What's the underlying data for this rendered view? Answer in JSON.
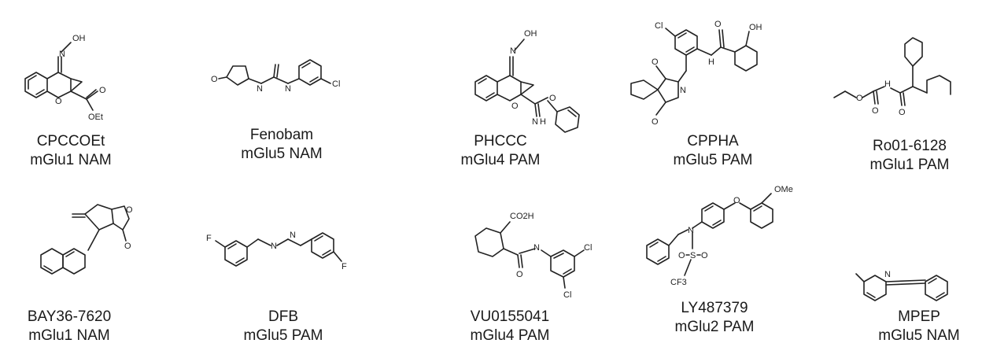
{
  "compounds": [
    {
      "name": "CPCCOEt",
      "activity": "mGlu1 NAM"
    },
    {
      "name": "Fenobam",
      "activity": "mGlu5 NAM"
    },
    {
      "name": "PHCCC",
      "activity": "mGlu4 PAM"
    },
    {
      "name": "CPPHA",
      "activity": "mGlu5 PAM"
    },
    {
      "name": "Ro01-6128",
      "activity": "mGlu1 PAM"
    },
    {
      "name": "BAY36-7620",
      "activity": "mGlu1 NAM"
    },
    {
      "name": "DFB",
      "activity": "mGlu5 PAM"
    },
    {
      "name": "VU0155041",
      "activity": "mGlu4 PAM"
    },
    {
      "name": "LY487379",
      "activity": "mGlu2 PAM"
    },
    {
      "name": "MPEP",
      "activity": "mGlu5 NAM"
    }
  ],
  "atom_labels": {
    "cpccoet": {
      "n": "N",
      "oh": "OH",
      "o1": "O",
      "o2": "O",
      "oet": "OEt"
    },
    "fenobam": {
      "o": "O",
      "n1": "N",
      "n2": "N",
      "cl": "Cl"
    },
    "phccc": {
      "n": "N",
      "oh": "OH",
      "o1": "O",
      "o2": "O",
      "nh": "N",
      "h": "H"
    },
    "cppha": {
      "cl": "Cl",
      "o1": "O",
      "o2": "O",
      "n": "N",
      "o3": "O",
      "oh": "OH",
      "h": "H"
    },
    "ro": {
      "o1": "O",
      "o2": "O",
      "h": "H",
      "o3": "O"
    },
    "bay": {
      "o1": "O",
      "o2": "O"
    },
    "dfb": {
      "f1": "F",
      "n1": "N",
      "n2": "N",
      "f2": "F"
    },
    "vu": {
      "co2h": "CO2H",
      "n": "N",
      "o": "O",
      "cl1": "Cl",
      "cl2": "Cl"
    },
    "ly": {
      "ome": "OMe",
      "o": "O",
      "n": "N",
      "o1": "O",
      "s": "S",
      "o2": "O",
      "cf3": "CF3"
    },
    "mpep": {
      "n": "N"
    }
  }
}
